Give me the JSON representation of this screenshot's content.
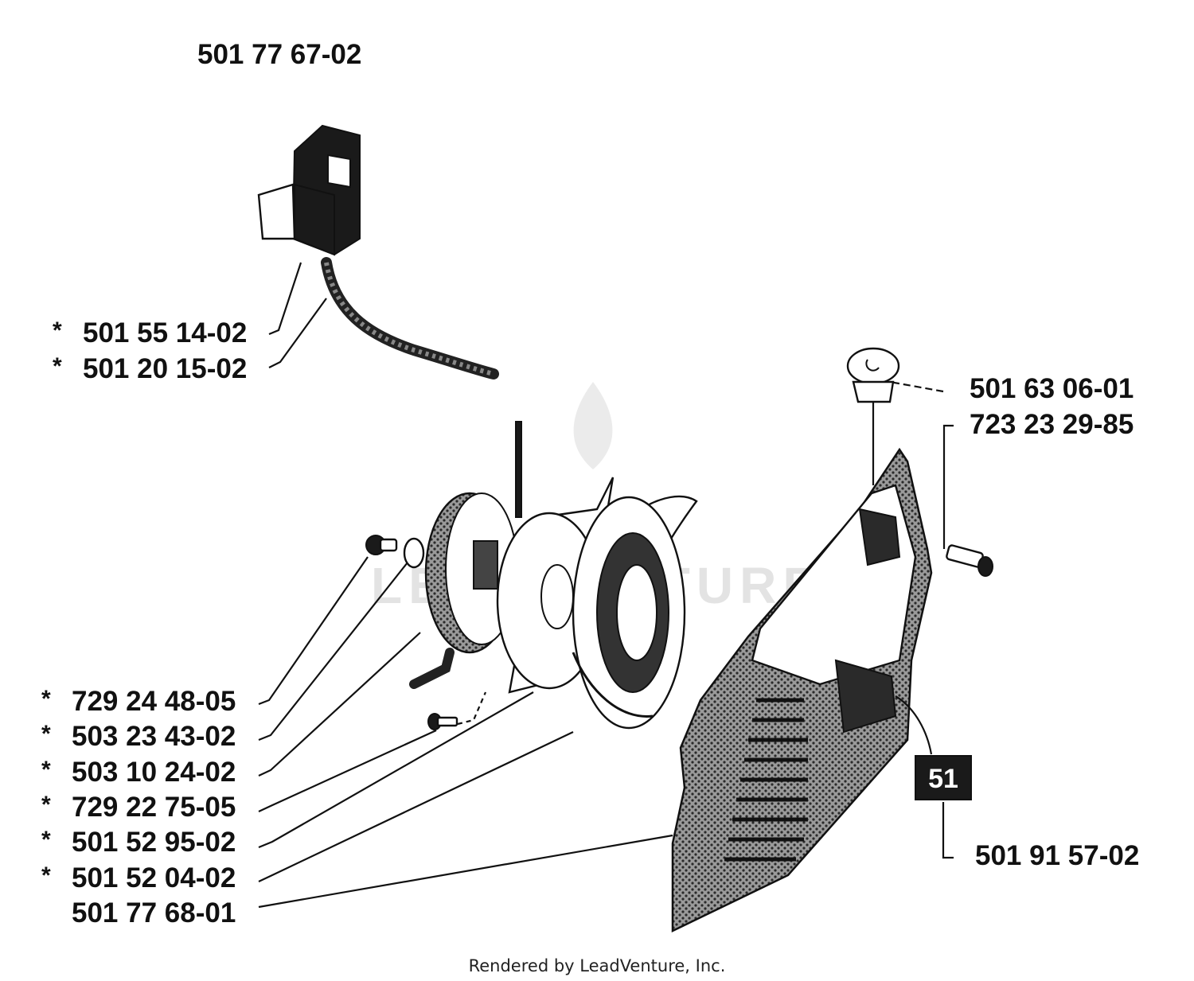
{
  "assembly_number": "501 77 67-02",
  "watermark": "LEADVENTURE",
  "footer": "Rendered by LeadVenture, Inc.",
  "decal_number": "51",
  "callouts_left_top": [
    {
      "star": "*",
      "part": "501 55 14-02"
    },
    {
      "star": "*",
      "part": "501 20 15-02"
    }
  ],
  "callouts_left_bottom": [
    {
      "star": "*",
      "part": "729 24 48-05"
    },
    {
      "star": "*",
      "part": "503 23 43-02"
    },
    {
      "star": "*",
      "part": "503 10 24-02"
    },
    {
      "star": "*",
      "part": "729 22 75-05"
    },
    {
      "star": "*",
      "part": "501 52 95-02"
    },
    {
      "star": "*",
      "part": "501 52 04-02"
    },
    {
      "star": "",
      "part": "501 77 68-01"
    }
  ],
  "callouts_right": [
    {
      "part": "501 63 06-01"
    },
    {
      "part": "723 23 29-85"
    },
    {
      "part": "501 91 57-02"
    }
  ]
}
